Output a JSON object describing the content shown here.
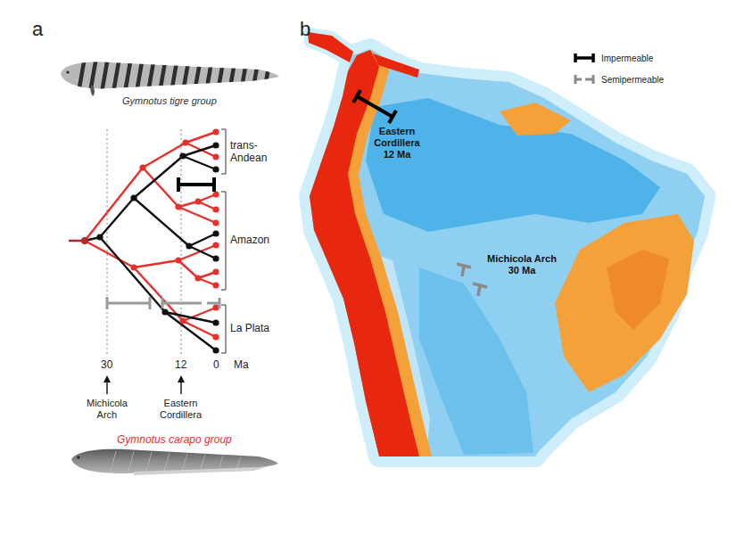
{
  "diagram": {
    "labels": [
      "a",
      "Gymnotus tigre group",
      "trans-Andean",
      "Amazon",
      "La Plata",
      "30",
      "12",
      "0",
      "Ma",
      "Michicola Arch",
      "Eastern Cordillera",
      "Gymnotus carapo group",
      "b",
      "Eastern Cordillera 12 Ma",
      "Michicola Arch 30 Ma"
    ],
    "legend": [
      {
        "text": "Impermeable"
      },
      {
        "text": "Semipermeable"
      }
    ]
  }
}
